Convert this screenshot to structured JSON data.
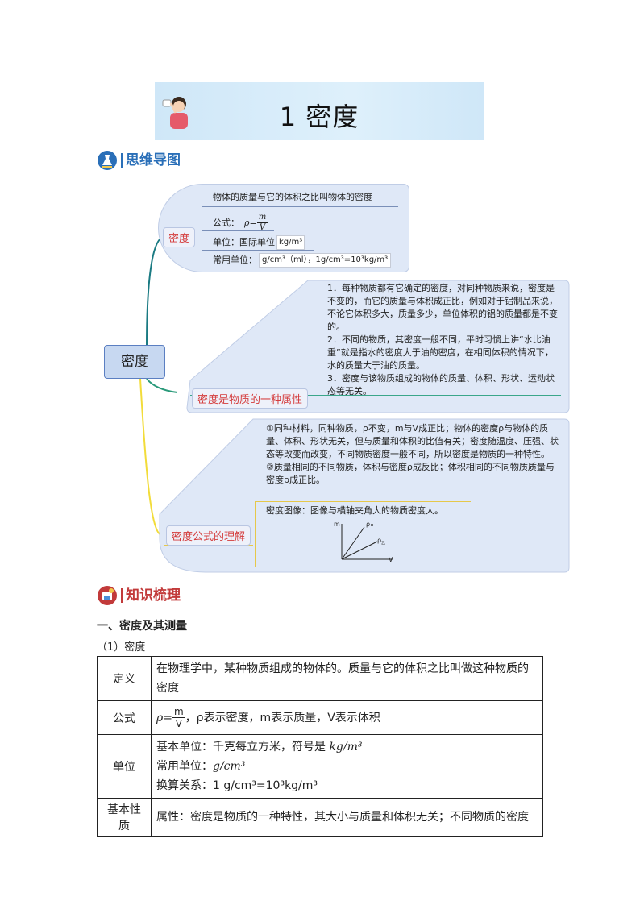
{
  "title": "1 密度",
  "sections": {
    "mindmap_label": "思维导图",
    "knowledge_label": "知识梳理"
  },
  "mindmap": {
    "root": "密度",
    "branch1": {
      "tag": "密度",
      "definition": "物体的质量与它的体积之比叫物体的密度",
      "formula_label": "公式：",
      "formula_rho": "ρ",
      "formula_eq": "=",
      "formula_num": "m",
      "formula_den": "V",
      "unit_label": "单位：国际单位",
      "unit_value": "kg/m³",
      "common_label": "常用单位：",
      "common_value": "g/cm³（ml），1g/cm³=10³kg/m³"
    },
    "branch2": {
      "tag": "密度是物质的一种属性",
      "text": "1．每种物质都有它确定的密度，对同种物质来说，密度是不变的，而它的质量与体积成正比，例如对于铝制品来说，不论它体积多大，质量多少，单位体积的铝的质量都是不变的。\n2．不同的物质，其密度一般不同，平时习惯上讲“水比油重”就是指水的密度大于油的密度，在相同体积的情况下，水的质量大于油的质量。\n3．密度与该物质组成的物体的质量、体积、形状、运动状态等无关。"
    },
    "branch3": {
      "tag": "密度公式的理解",
      "text": "①同种材料，同种物质，ρ不变，m与V成正比；物体的密度ρ与物体的质量、体积、形状无关，但与质量和体积的比值有关；密度随温度、压强、状态等改变而改变，不同物质密度一般不同，所以密度是物质的一种特性。\n②质量相同的不同物质，体积与密度ρ成反比；体积相同的不同物质质量与密度ρ成正比。",
      "graph_caption": "密度图像：图像与横轴夹角大的物质密度大。",
      "graph_axis_y": "m",
      "graph_axis_x": "V",
      "graph_line1": "ρ",
      "graph_line2": "ρ",
      "graph_sub2": "乙"
    }
  },
  "knowledge": {
    "heading": "一、密度及其测量",
    "subheading": "（1）密度",
    "rows": {
      "def_key": "定义",
      "def_val": "在物理学中，某种物质组成的物体的。质量与它的体积之比叫做这种物质的密度",
      "formula_key": "公式",
      "formula_rho": "ρ=",
      "formula_num": "m",
      "formula_den": "V",
      "formula_rest": "，ρ表示密度，m表示质量，V表示体积",
      "unit_key": "单位",
      "unit_line1_a": "基本单位：千克每立方米，符号是 ",
      "unit_line1_b": "kg/m³",
      "unit_line2_a": "常用单位：",
      "unit_line2_b": "g/cm³",
      "unit_line3": "换算关系：1 g/cm³=10³kg/m³",
      "prop_key": "基本性质",
      "prop_val": "属性：密度是物质的一种特性，其大小与质量和体积无关；不同物质的密度"
    }
  }
}
